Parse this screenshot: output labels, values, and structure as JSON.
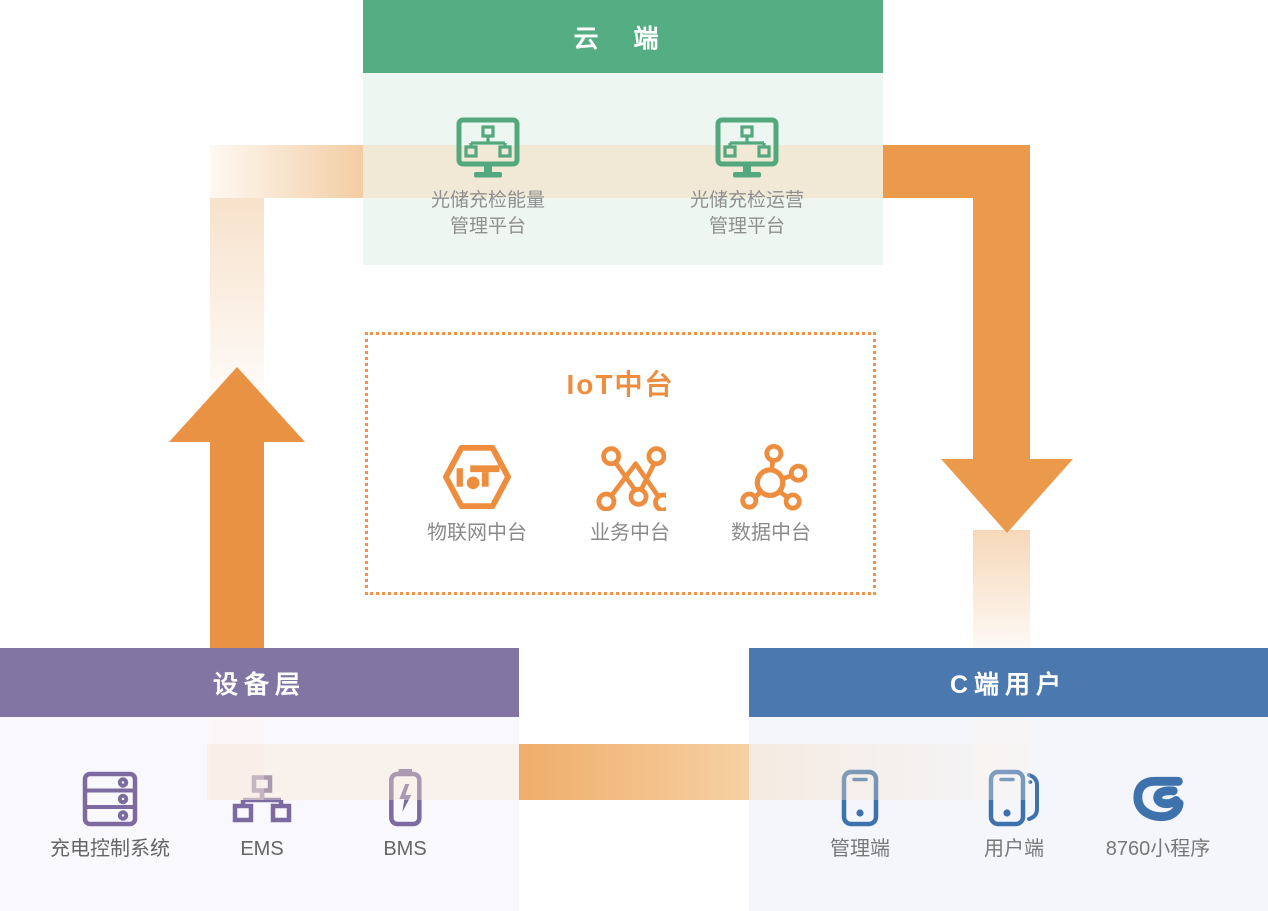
{
  "colors": {
    "cloud_header_bg": "#55ae83",
    "cloud_panel_bg": "#edf6f1",
    "device_header_bg": "#8274a3",
    "device_panel_bg": "#f9f8fd",
    "cuser_header_bg": "#4b78ae",
    "cuser_panel_bg": "#f4f6fb",
    "arrow_orange": "#eb9a4c",
    "iot_orange": "#ee8d3e",
    "green_icon": "#53a87e",
    "purple_icon": "#7c6ba0",
    "blue_icon": "#3d72ad"
  },
  "cloud": {
    "header": "云 端",
    "items": [
      {
        "icon": "monitor-network-icon",
        "label": "光储充检能量\n管理平台"
      },
      {
        "icon": "monitor-network-icon",
        "label": "光储充检运营\n管理平台"
      }
    ]
  },
  "iot": {
    "title": "IoT中台",
    "items": [
      {
        "icon": "iot-hexagon-icon",
        "label": "物联网中台"
      },
      {
        "icon": "business-network-icon",
        "label": "业务中台"
      },
      {
        "icon": "data-network-icon",
        "label": "数据中台"
      }
    ]
  },
  "device": {
    "header": "设备层",
    "items": [
      {
        "icon": "server-rack-icon",
        "label": "充电控制系统"
      },
      {
        "icon": "ems-topology-icon",
        "label": "EMS"
      },
      {
        "icon": "bms-battery-icon",
        "label": "BMS"
      }
    ]
  },
  "cuser": {
    "header": "C端用户",
    "items": [
      {
        "icon": "phone-icon",
        "label": "管理端"
      },
      {
        "icon": "dual-phone-icon",
        "label": "用户端"
      },
      {
        "icon": "miniapp-logo-icon",
        "label": "8760小程序"
      }
    ]
  }
}
